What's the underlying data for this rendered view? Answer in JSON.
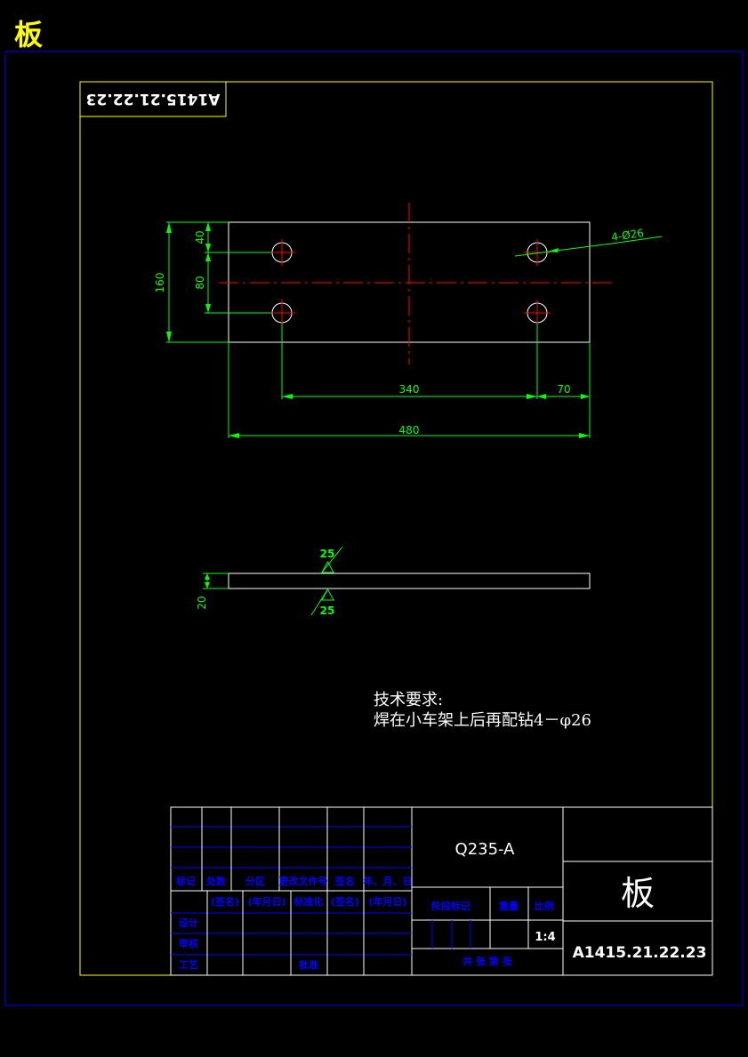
{
  "page_title": "板",
  "colors": {
    "background": "#000000",
    "outer_border": "#0000ff",
    "frame": "#ffff00",
    "outline": "#ffffff",
    "dimension": "#00ff00",
    "center_line": "#ff0000",
    "table_lines": "#0000ff",
    "table_text": "#0000ff"
  },
  "drawing_number_box": "A1415.21.22.23",
  "plan_view": {
    "hole_callout": "4-Ø26",
    "dimensions": {
      "d40": "40",
      "d80": "80",
      "d160": "160",
      "d340": "340",
      "d70": "70",
      "d480": "480"
    }
  },
  "side_view": {
    "thickness": "20",
    "weld_top": "25",
    "weld_bottom": "25"
  },
  "tech_requirements": {
    "title": "技术要求:",
    "line1": "焊在小车架上后再配钻4－φ26"
  },
  "title_block": {
    "headers_row": [
      "标记",
      "处数",
      "分区",
      "更改文件号",
      "签名",
      "年、月、日"
    ],
    "sign_row": [
      "(签名)",
      "(年月日)",
      "标准化",
      "(签名)",
      "(年月日)"
    ],
    "design": "设计",
    "review": "审核",
    "process": "工艺",
    "approve": "批准",
    "material": "Q235-A",
    "stage_mark": "阶段标记",
    "weight": "重量",
    "scale_label": "比例",
    "scale_value": "1:4",
    "sheets": "共  张  第  张",
    "part_name": "板",
    "drawing_no": "A1415.21.22.23"
  }
}
